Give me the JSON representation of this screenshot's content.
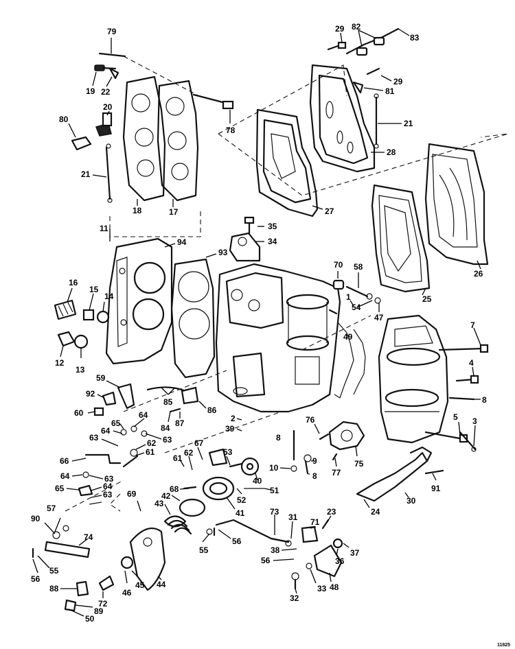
{
  "diagram": {
    "figure_code": "11825",
    "callouts": [
      "1",
      "2",
      "3",
      "4",
      "5",
      "7",
      "8",
      "9",
      "10",
      "11",
      "12",
      "13",
      "14",
      "15",
      "16",
      "17",
      "18",
      "19",
      "20",
      "21",
      "22",
      "23",
      "24",
      "25",
      "26",
      "27",
      "28",
      "29",
      "30",
      "31",
      "32",
      "33",
      "34",
      "35",
      "36",
      "37",
      "38",
      "39",
      "40",
      "41",
      "42",
      "43",
      "44",
      "45",
      "46",
      "47",
      "48",
      "49",
      "50",
      "51",
      "52",
      "53",
      "54",
      "55",
      "56",
      "57",
      "58",
      "59",
      "60",
      "61",
      "62",
      "63",
      "64",
      "65",
      "66",
      "67",
      "68",
      "69",
      "70",
      "71",
      "72",
      "73",
      "74",
      "75",
      "76",
      "77",
      "78",
      "79",
      "80",
      "81",
      "82",
      "83",
      "84",
      "85",
      "86",
      "87",
      "88",
      "89",
      "90",
      "91",
      "92",
      "93",
      "94"
    ]
  }
}
